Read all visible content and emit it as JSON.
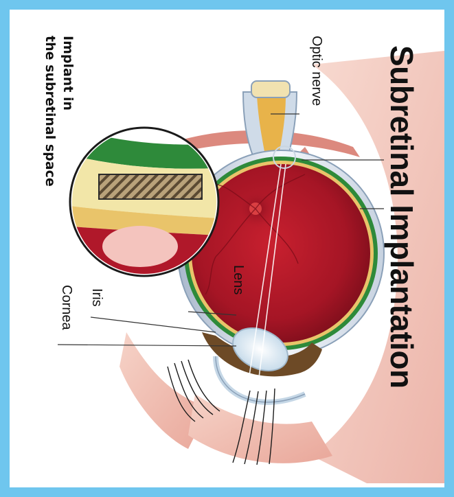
{
  "title": "Subretinal Implantation",
  "labels": {
    "optic_nerve": "Optic nerve",
    "lens": "Lens",
    "iris": "Iris",
    "cornea": "Cornea",
    "implant_line1": "Implant in",
    "implant_line2": "the subretinal space"
  },
  "colors": {
    "frame": "#6fc6ee",
    "eye_interior": "#b0182a",
    "retina_green": "#2e8a3a",
    "implant_yellow": "#e9c46a",
    "sclera": "#e6edf5"
  }
}
